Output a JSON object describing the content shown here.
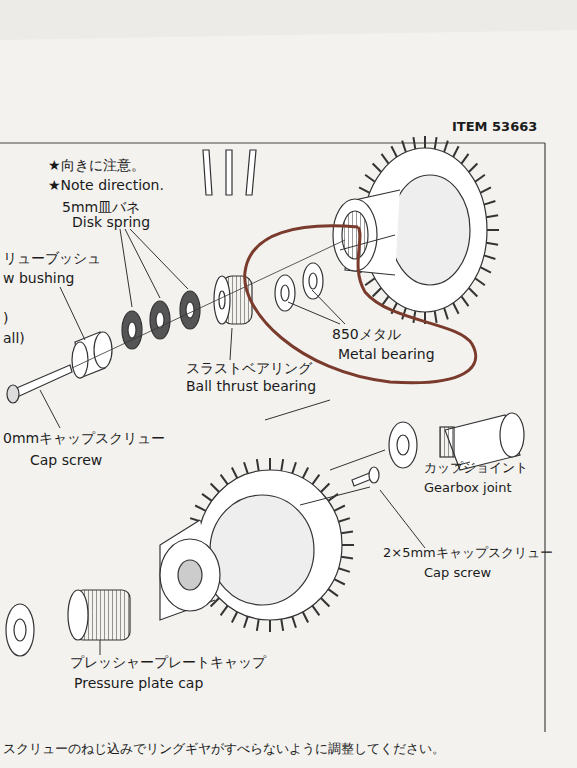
{
  "diagram": {
    "nodes": [
      {
        "text": [
          "850メタル",
          "Metal bearing"
        ]
      }
    ],
    "labels": [
      "ITEM 53663",
      "★向きに注意。",
      "★Note direction.",
      "5mm皿バネ",
      "Disk spring",
      "リューブッシュ",
      "w bushing",
      ")",
      "all)",
      "スラストベアリング",
      "Ball thrust bearing",
      "0mmキャップスクリュー",
      "Cap screw",
      "カップジョイント",
      "Gearbox joint",
      "2×5mmキャップスクリュー",
      "Cap screw",
      "プレッシャープレートキャップ",
      "Pressure plate cap",
      "スクリューのねじ込みでリングギヤがすべらないように調整してください。"
    ]
  }
}
